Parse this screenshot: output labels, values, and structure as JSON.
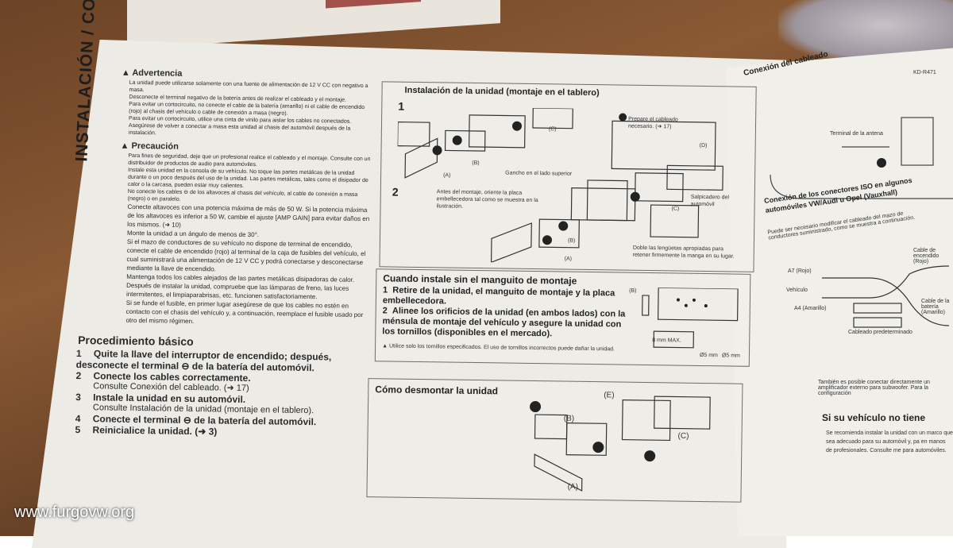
{
  "left_page": {
    "side_title": "INSTALACIÓN / CONEXIÓN",
    "warning": {
      "title": "Advertencia",
      "items": [
        "La unidad puede utilizarse solamente con una fuente de alimentación de 12 V CC con negativo a masa.",
        "Desconecte el terminal negativo de la batería antes de realizar el cableado y el montaje.",
        "Para evitar un cortocircuito, no conecte el cable de la batería (amarillo) ni el cable de encendido (rojo) al chasis del vehículo o cable de conexión a masa (negro).",
        "Para evitar un cortocircuito, utilice una cinta de vinilo para aislar los cables no conectados.",
        "Asegúrese de volver a conectar a masa esta unidad al chasis del automóvil después de la instalación."
      ]
    },
    "caution": {
      "title": "Precaución",
      "items": [
        "Para fines de seguridad, deje que un profesional realice el cableado y el montaje. Consulte con un distribuidor de productos de audio para automóviles.",
        "Instale esta unidad en la consola de su vehículo. No toque las partes metálicas de la unidad durante o un poco después del uso de la unidad. Las partes metálicas, tales como el disipador de calor o la carcasa, pueden estar muy calientes.",
        "No conecte los cables ⊖ de los altavoces al chasis del vehículo, al cable de conexión a masa (negro) o en paralelo.",
        "Conecte altavoces con una potencia máxima de más de 50 W. Si la potencia máxima de los altavoces es inferior a 50 W, cambie el ajuste [AMP GAIN] para evitar daños en los mismos. (➜ 10)",
        "Monte la unidad a un ángulo de menos de 30°.",
        "Si el mazo de conductores de su vehículo no dispone de terminal de encendido, conecte el cable de encendido (rojo) al terminal de la caja de fusibles del vehículo, el cual suministrará una alimentación de 12 V CC y podrá conectarse y desconectarse mediante la llave de encendido.",
        "Mantenga todos los cables alejados de las partes metálicas disipadoras de calor.",
        "Después de instalar la unidad, compruebe que las lámparas de freno, las luces intermitentes, el limpiaparabrisas, etc. funcionen satisfactoriamente.",
        "Si se funde el fusible, en primer lugar asegúrese de que los cables no estén en contacto con el chasis del vehículo y, a continuación, reemplace el fusible usado por otro del mismo régimen."
      ]
    },
    "procedure": {
      "title": "Procedimiento básico",
      "steps": [
        {
          "n": "1",
          "text": "Quite la llave del interruptor de encendido; después, desconecte el terminal ⊖ de la batería del automóvil.",
          "sub": ""
        },
        {
          "n": "2",
          "text": "Conecte los cables correctamente.",
          "sub": "Consulte Conexión del cableado. (➜ 17)"
        },
        {
          "n": "3",
          "text": "Instale la unidad en su automóvil.",
          "sub": "Consulte Instalación de la unidad (montaje en el tablero)."
        },
        {
          "n": "4",
          "text": "Conecte el terminal ⊖ de la batería del automóvil.",
          "sub": ""
        },
        {
          "n": "5",
          "text": "Reinicialice la unidad. (➜ 3)",
          "sub": ""
        }
      ]
    },
    "install_box": {
      "title": "Instalación de la unidad (montaje en el tablero)",
      "step1": "1",
      "step2": "2",
      "labels": {
        "a": "(A)",
        "b": "(B)",
        "c": "(C)",
        "d": "(D)",
        "prepare": "Prepare el cableado necesario. (➜ 17)",
        "hook": "Gancho en el lado superior",
        "before": "Antes del montaje, oriente la placa embellecedora tal como se muestra en la ilustración.",
        "jutting": "Salpicadero del automóvil",
        "bend": "Doble las lengüetas apropiadas para retener firmemente la manga en su lugar."
      }
    },
    "sleeve_box": {
      "title": "Cuando instale sin el manguito de montaje",
      "steps": [
        {
          "n": "1",
          "text": "Retire de la unidad, el manguito de montaje y la placa embellecedora."
        },
        {
          "n": "2",
          "text": "Alinee los orificios de la unidad (en ambos lados) con la ménsula de montaje del vehículo y asegure la unidad con los tornillos (disponibles en el mercado)."
        }
      ],
      "note": "Utilice solo los tornillos especificados. El uso de tornillos incorrectos puede dañar la unidad.",
      "b": "(B)",
      "mm_max": "8 mm MAX.",
      "d1": "Ø5 mm",
      "d2": "Ø5 mm"
    },
    "remove_box": {
      "title": "Cómo desmontar la unidad",
      "a": "(A)",
      "b": "(B)",
      "c": "(C)",
      "e": "(E)"
    }
  },
  "right_page": {
    "title": "Conexión del cableado",
    "model": "KD-R471",
    "antenna": "Terminal de la antena",
    "iso_title": "Conexión de los conectores ISO en algunos automóviles VW/Audi u Opel (Vauxhall)",
    "iso_text": "Puede ser necesario modificar el cableado del mazo de conductores suministrado, como se muestra a continuación.",
    "a7": "A7 (Rojo)",
    "a4": "A4 (Amarillo)",
    "vehicle": "Vehículo",
    "ignition": "Cable de encendido (Rojo)",
    "battery": "Cable de la batería (Amarillo)",
    "default": "Cableado predeterminado",
    "sub_text": "También es posible conectar directamente un amplificador externo para subwoofer. Para la configuración",
    "no_tiene": "Si su vehículo no tiene",
    "no_tiene_text": "Se recomienda instalar la unidad con un marco que sea adecuado para su automóvil y, pa en manos de profesionales. Consulte me para automóviles."
  },
  "watermark": "www.furgovw.org"
}
